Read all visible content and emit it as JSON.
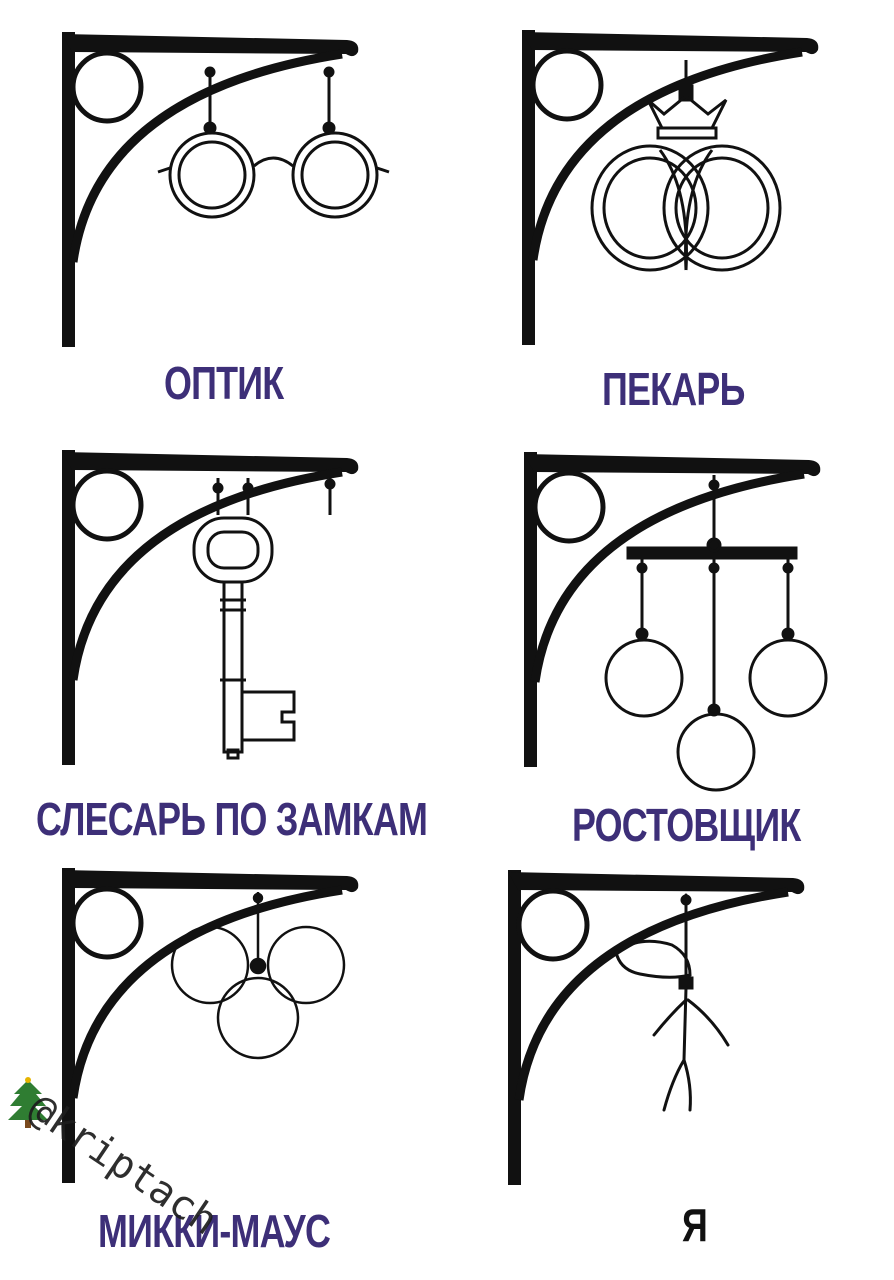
{
  "signs": [
    {
      "id": "optician",
      "caption": "ОПТИК",
      "emblem": "glasses-icon"
    },
    {
      "id": "baker",
      "caption": "ПЕКАРЬ",
      "emblem": "pretzel-crown-icon"
    },
    {
      "id": "locksmith",
      "caption": "СЛЕСАРЬ ПО ЗАМКАМ",
      "emblem": "key-icon"
    },
    {
      "id": "pawnbroker",
      "caption": "РОСТОВЩИК",
      "emblem": "three-balls-icon"
    },
    {
      "id": "mickey",
      "caption": "МИККИ-МАУС",
      "emblem": "mickey-silhouette-icon"
    },
    {
      "id": "me",
      "caption": "Я",
      "emblem": "hanged-stickman-icon"
    }
  ],
  "watermark": "@kriptach",
  "colors": {
    "caption": "#3d2f78",
    "last_caption": "#111111",
    "ink": "#111111"
  }
}
